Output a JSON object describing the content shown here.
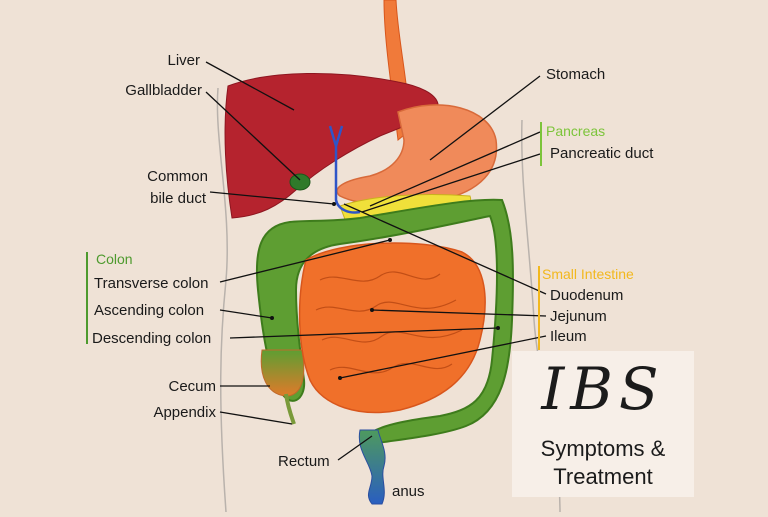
{
  "labels": {
    "liver": "Liver",
    "gallbladder": "Gallbladder",
    "common_bile_duct_1": "Common",
    "common_bile_duct_2": "bile duct",
    "stomach": "Stomach",
    "pancreatic_duct": "Pancreatic duct",
    "transverse_colon": "Transverse colon",
    "ascending_colon": "Ascending colon",
    "descending_colon": "Descending colon",
    "cecum": "Cecum",
    "appendix": "Appendix",
    "rectum": "Rectum",
    "anus": "anus",
    "duodenum": "Duodenum",
    "jejunum": "Jejunum",
    "ileum": "Ileum"
  },
  "groups": {
    "colon": "Colon",
    "pancreas": "Pancreas",
    "small_intestine": "Small Intestine"
  },
  "badge": {
    "title": "IBS",
    "subtitle_1": "Symptoms &",
    "subtitle_2": "Treatment"
  },
  "colors": {
    "liver": "#b5232e",
    "stomach": "#f08a5a",
    "esophagus": "#f07a3a",
    "colon": "#5e9e32",
    "small_intestine": "#f0702a",
    "pancreas": "#f0e03a",
    "bile_duct": "#2f55c8",
    "gallbladder": "#2f7a2a",
    "rectum": "#2a7ab5",
    "colon_group": "#4e9a2e",
    "pancreas_group": "#7cc43a",
    "small_intestine_group": "#f2b81e"
  }
}
